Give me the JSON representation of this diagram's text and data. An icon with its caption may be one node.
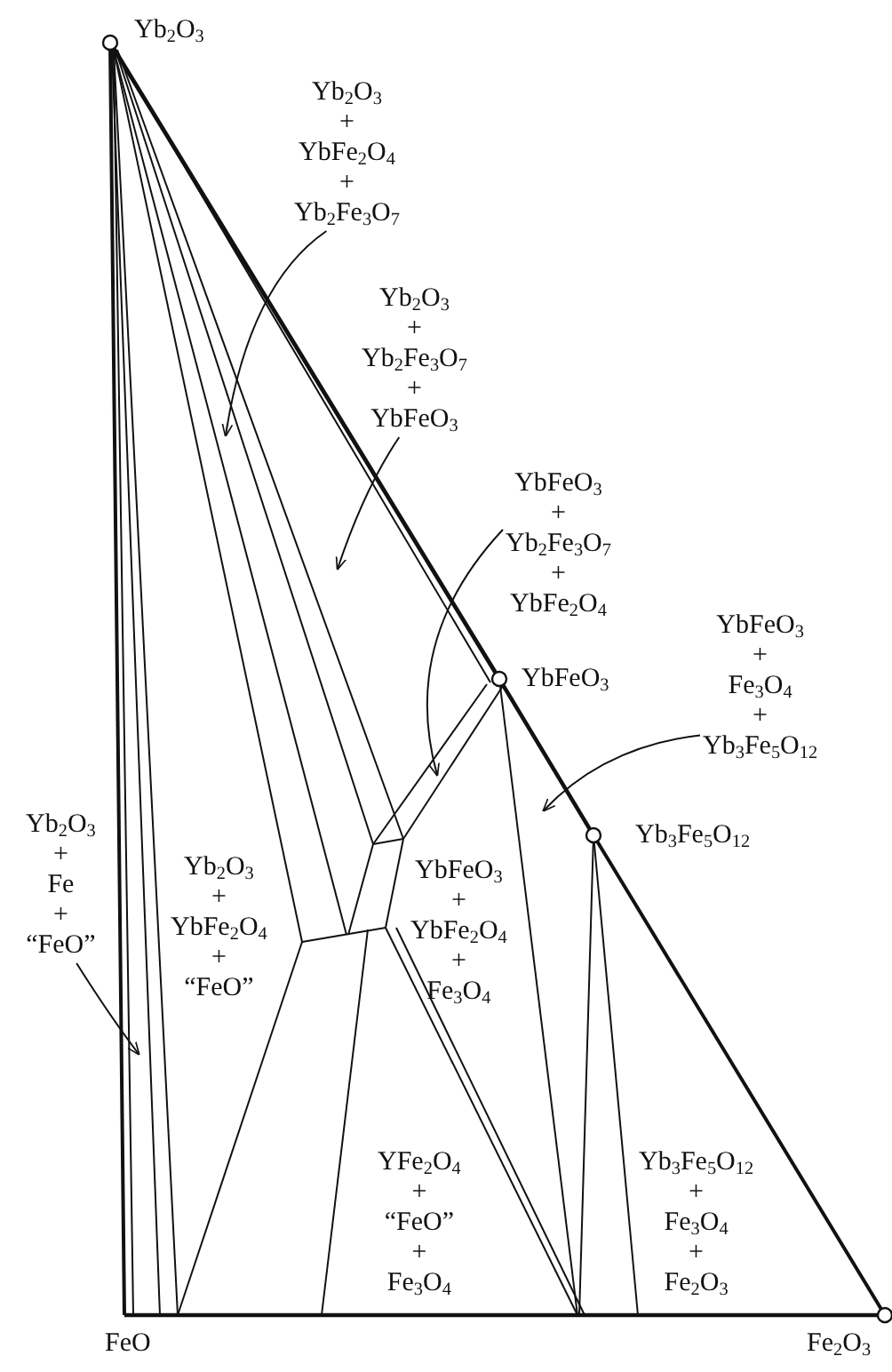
{
  "diagram": {
    "nodes": [
      {
        "text": [
          "Yb$_{2}$O$_{3}$ + YbFe$_{2}$O$_{4}$ + Yb$_{2}$Fe$_{3}$O$_{7}$"
        ]
      },
      {
        "text": [
          "Yb$_{2}$O$_{3}$ + Yb$_{2}$Fe$_{3}$O$_{7}$ + YbFeO$_{3}$"
        ]
      },
      {
        "text": [
          "YbFeO$_{3}$ + Yb$_{2}$Fe$_{3}$O$_{7}$ + YbFe$_{2}$O$_{4}$"
        ]
      },
      {
        "text": [
          "YbFeO$_{3}$ + Fe$_{3}$O$_{4}$ + Yb$_{3}$Fe$_{5}$O$_{12}$"
        ]
      },
      {
        "text": [
          "Yb$_{2}$O$_{3}$ + Fe + “FeO”"
        ]
      }
    ],
    "edges": [
      {
        "from": 0,
        "to": null,
        "arrow": "to"
      },
      {
        "from": 1,
        "to": null,
        "arrow": "to"
      },
      {
        "from": 2,
        "to": null,
        "arrow": "to"
      },
      {
        "from": 3,
        "to": null,
        "arrow": "to"
      },
      {
        "from": 4,
        "to": null,
        "arrow": "to"
      }
    ],
    "labels": [
      "Yb$_{2}$O$_{3}$",
      "YbFeO$_{3}$",
      "Yb$_{3}$Fe$_{5}$O$_{12}$",
      "Yb$_{2}$O$_{3}$ + YbFe$_{2}$O$_{4}$ + “FeO”",
      "YbFeO$_{3}$ + YbFe$_{2}$O$_{4}$ + Fe$_{3}$O$_{4}$",
      "YFe$_{2}$O$_{4}$ + “FeO” + Fe$_{3}$O$_{4}$",
      "Yb$_{3}$Fe$_{5}$O$_{12}$ + Fe$_{3}$O$_{4}$ + Fe$_{2}$O$_{3}$",
      "FeO",
      "Fe$_{2}$O$_{3}$"
    ]
  }
}
